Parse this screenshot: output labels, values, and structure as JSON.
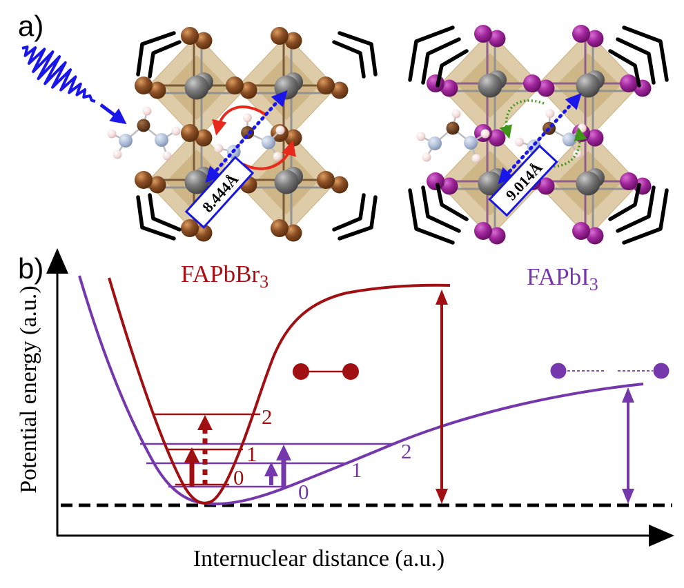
{
  "figure": {
    "panel_a_label": "a)",
    "panel_b_label": "b)"
  },
  "panel_a": {
    "photon_color": "#1a15e8",
    "left": {
      "material": "FAPbBr3 perovskite lattice",
      "distance": "8.444Å",
      "halide_color": "#7e4a22",
      "rotation_arrow_color": "#e8291c",
      "corner_marks_per_corner": 2
    },
    "right": {
      "material": "FAPbI3 perovskite lattice",
      "distance": "9.014Å",
      "halide_color": "#9c2796",
      "rotation_arrow_color": "#3f941a",
      "corner_marks_per_corner": 3
    },
    "lead_color": "#6f6f6f",
    "octahedra_color": "#d6c194"
  },
  "panel_b": {
    "y_axis_label": "Potential energy (a.u.)",
    "x_axis_label": "Internuclear distance (a.u.)",
    "fapbbr3": {
      "formula_base": "FAPbBr",
      "formula_sub": "3",
      "color": "#a00f12",
      "levels": [
        "0",
        "1",
        "2"
      ]
    },
    "fapbi3": {
      "formula_base": "FAPbI",
      "formula_sub": "3",
      "color": "#7438ac",
      "levels": [
        "0",
        "1",
        "2"
      ]
    }
  }
}
